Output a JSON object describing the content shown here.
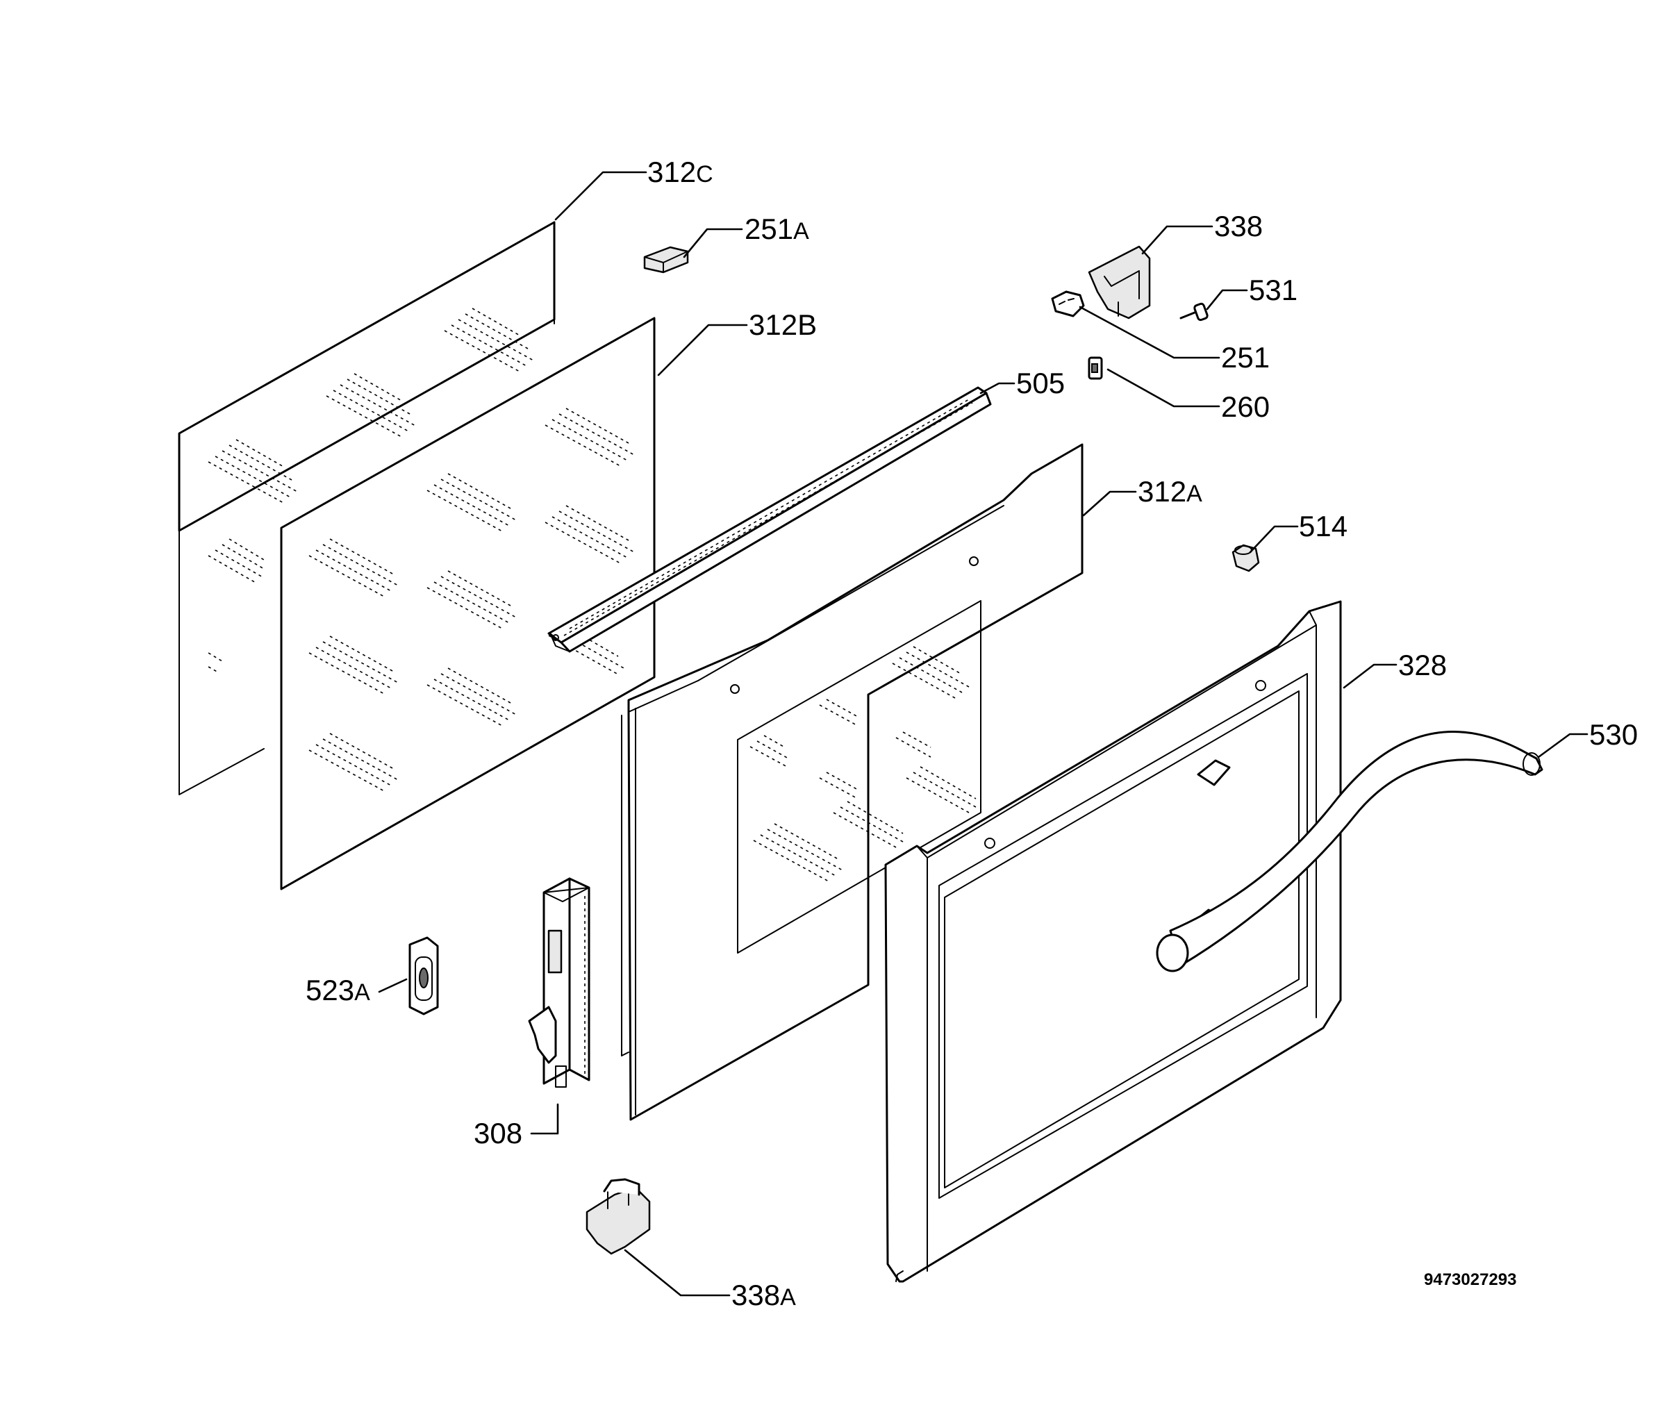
{
  "callouts": {
    "c312c": {
      "num": "312",
      "sfx": "C"
    },
    "c251a": {
      "num": "251",
      "sfx": "A"
    },
    "c312b": {
      "num": "312B",
      "sfx": ""
    },
    "c505": {
      "num": "505",
      "sfx": ""
    },
    "c338": {
      "num": "338",
      "sfx": ""
    },
    "c531": {
      "num": "531",
      "sfx": ""
    },
    "c251": {
      "num": "251",
      "sfx": ""
    },
    "c260": {
      "num": "260",
      "sfx": ""
    },
    "c312a": {
      "num": "312",
      "sfx": "A"
    },
    "c514": {
      "num": "514",
      "sfx": ""
    },
    "c328": {
      "num": "328",
      "sfx": ""
    },
    "c530": {
      "num": "530",
      "sfx": ""
    },
    "c523a": {
      "num": "523",
      "sfx": "A"
    },
    "c308": {
      "num": "308",
      "sfx": ""
    },
    "c338a": {
      "num": "338",
      "sfx": "A"
    }
  },
  "document_number": "9473027293"
}
